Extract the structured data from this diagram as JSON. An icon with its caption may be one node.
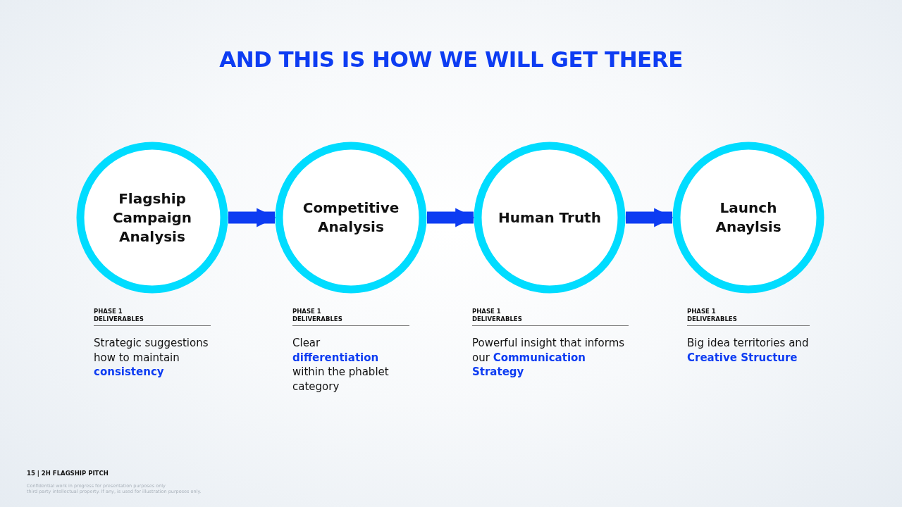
{
  "diagram": {
    "title": "AND THIS IS HOW WE WILL GET THERE",
    "nodes": [
      {
        "text": [
          "Flagship Campaign Analysis"
        ],
        "beside": [
          "PHASE 1 DELIVERABLES",
          "Strategic suggestions how to maintain **consistency**"
        ]
      },
      {
        "text": [
          "Competitive Analysis"
        ],
        "beside": [
          "PHASE 1 DELIVERABLES",
          "Clear **differentiation** within the phablet category"
        ]
      },
      {
        "text": [
          "Human Truth"
        ],
        "beside": [
          "PHASE 1 DELIVERABLES",
          "Powerful insight that informs our **Communication Strategy**"
        ]
      },
      {
        "text": [
          "Launch Anaylsis"
        ],
        "beside": [
          "PHASE 1 DELIVERABLES",
          "Big idea territories and **Creative Structure**"
        ]
      }
    ],
    "edges": [
      {
        "from": 0,
        "to": 1,
        "arrow": "to"
      },
      {
        "from": 1,
        "to": 2,
        "arrow": "to"
      },
      {
        "from": 2,
        "to": 3,
        "arrow": "to"
      }
    ],
    "labels": [
      "15 | 2H FLAGSHIP PITCH",
      "Confidential work in progress for presentation purposes only",
      "third party intellectual property. If any, is used for illustration purposes only."
    ]
  }
}
